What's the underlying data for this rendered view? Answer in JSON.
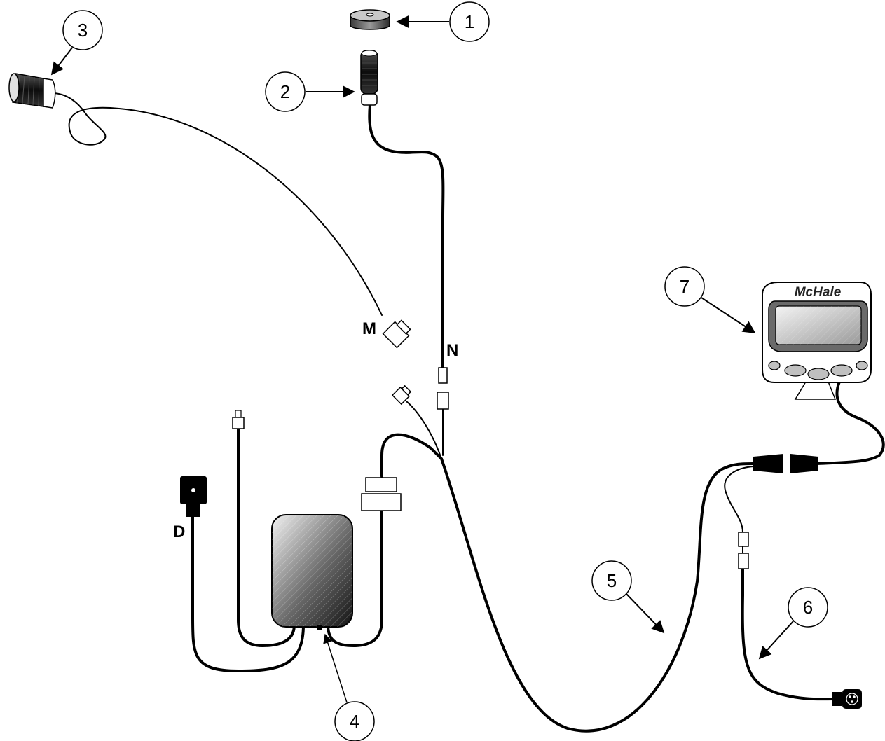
{
  "callouts": {
    "c1": "1",
    "c2": "2",
    "c3": "3",
    "c4": "4",
    "c5": "5",
    "c6": "6",
    "c7": "7"
  },
  "labels": {
    "M": "M",
    "N": "N",
    "D": "D"
  },
  "monitor": {
    "brand": "McHale"
  },
  "colors": {
    "ink": "#000000",
    "paper": "#ffffff",
    "gray_dark": "#2a2a2a",
    "gray_light": "#d8d8d8"
  }
}
